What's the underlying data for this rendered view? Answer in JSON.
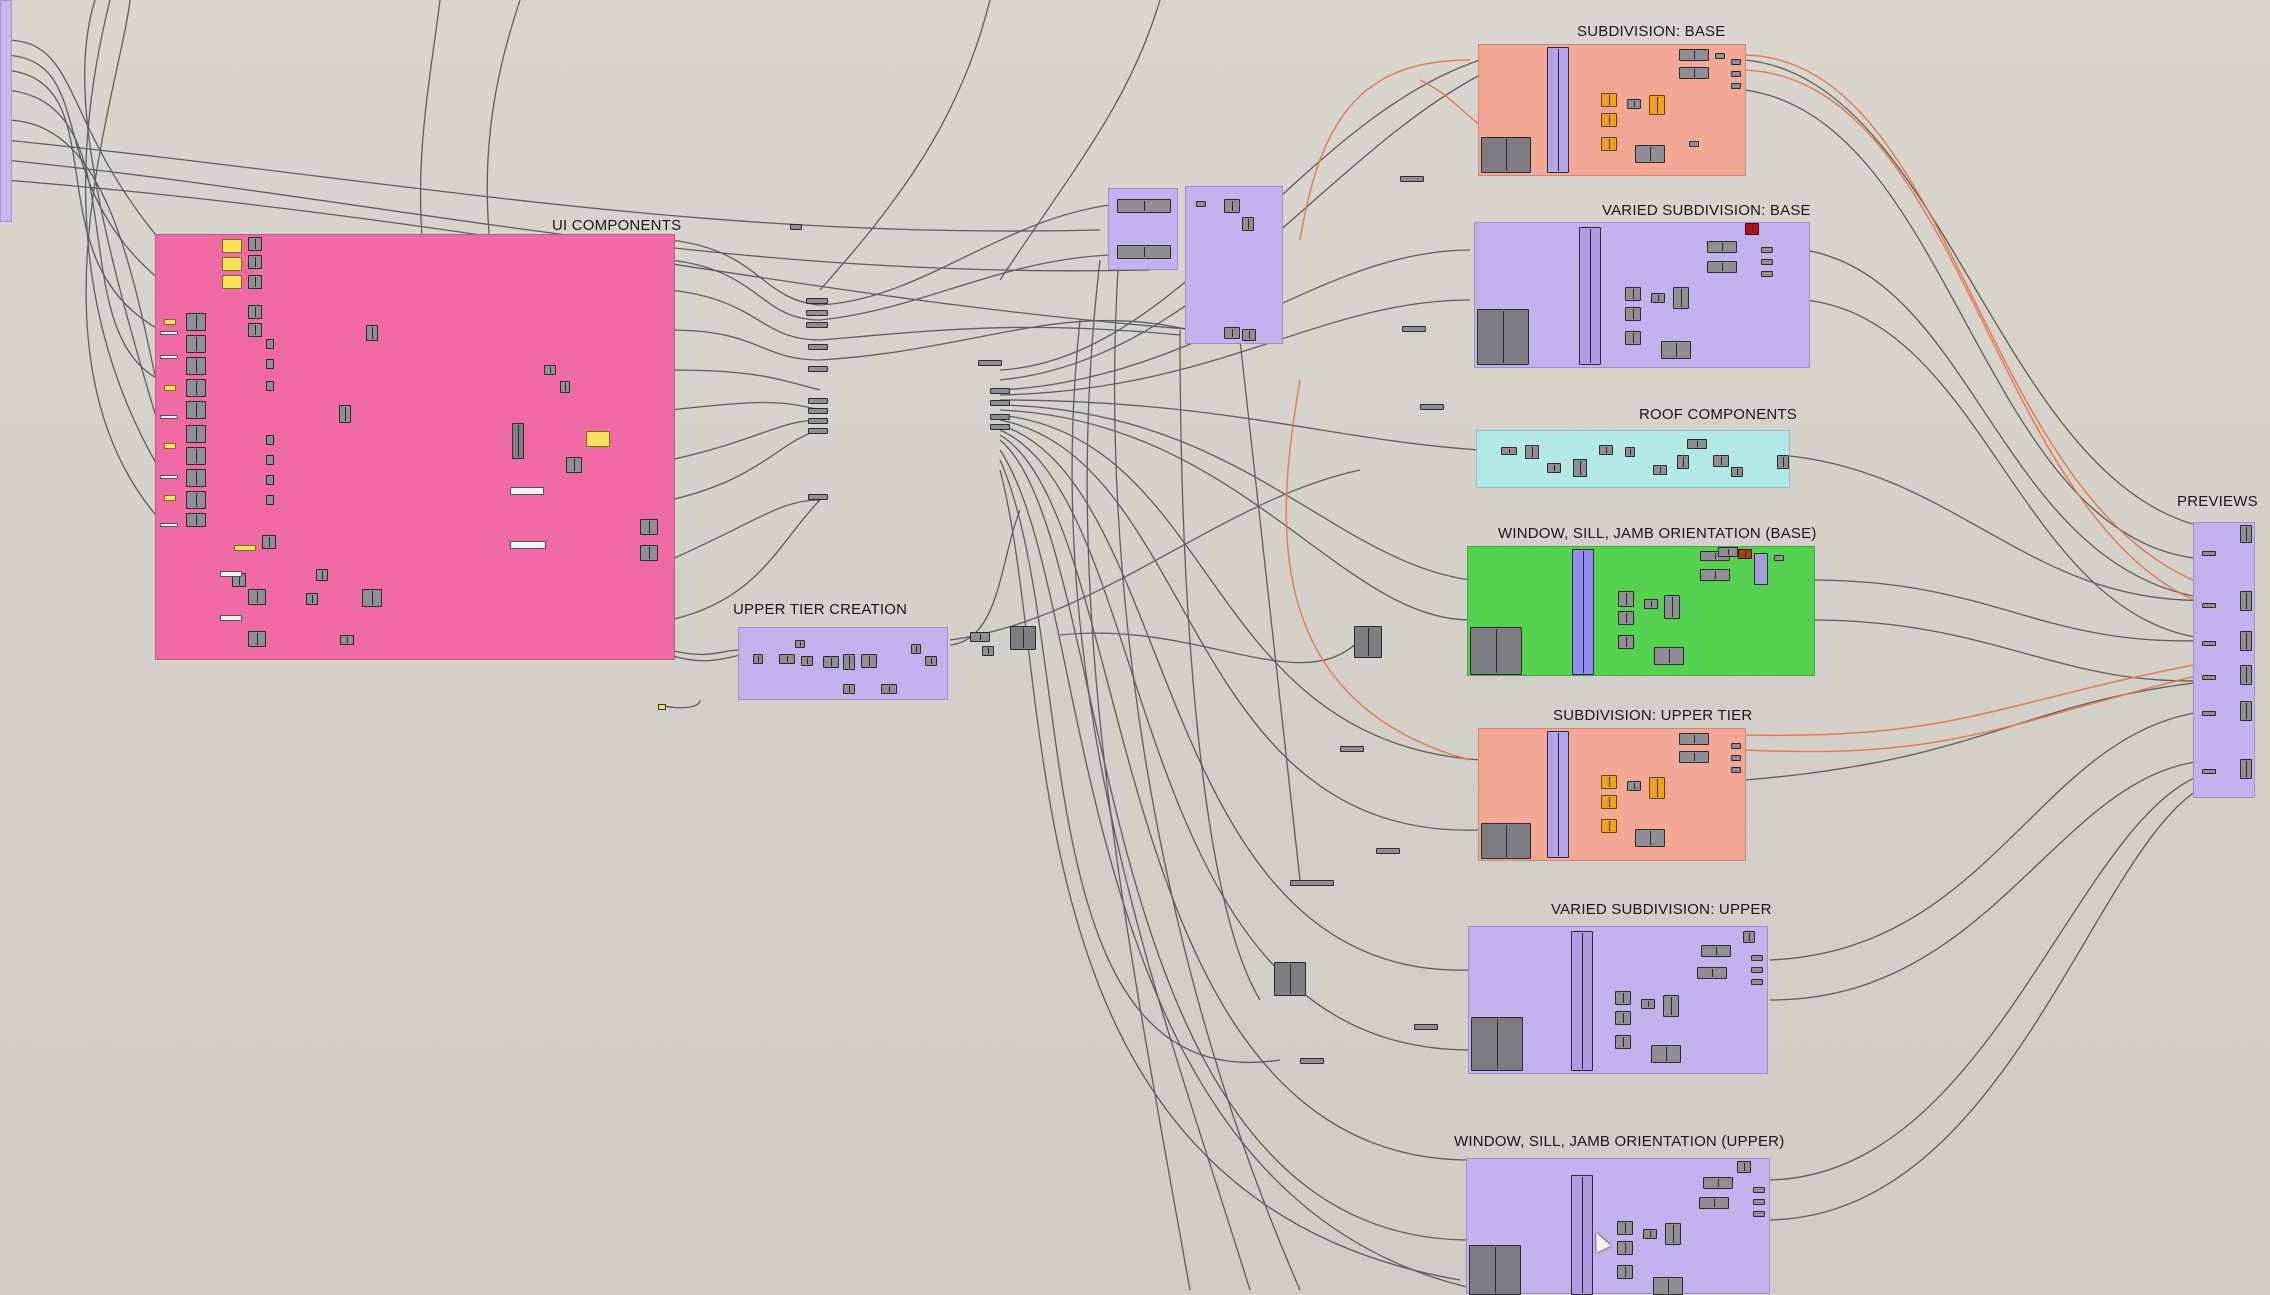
{
  "app": "Grasshopper canvas",
  "groups": [
    {
      "id": "left-edge",
      "label": "",
      "color": "#c9b6ee"
    },
    {
      "id": "ui",
      "label": "UI COMPONENTS",
      "color": "#f06aa6"
    },
    {
      "id": "upper-tier-creation",
      "label": "UPPER TIER CREATION",
      "color": "#c1b2ee"
    },
    {
      "id": "mid-a",
      "label": "",
      "color": "#c1b2ee"
    },
    {
      "id": "mid-b",
      "label": "",
      "color": "#c1b2ee"
    },
    {
      "id": "subdiv-base",
      "label": "SUBDIVISION: BASE",
      "color": "#f3a896"
    },
    {
      "id": "varied-base",
      "label": "VARIED SUBDIVISION: BASE",
      "color": "#c1b2ee"
    },
    {
      "id": "roof",
      "label": "ROOF COMPONENTS",
      "color": "#b2e8e6"
    },
    {
      "id": "wsj-base",
      "label": "WINDOW, SILL, JAMB ORIENTATION (BASE)",
      "color": "#53d14f"
    },
    {
      "id": "subdiv-upper",
      "label": "SUBDIVISION: UPPER TIER",
      "color": "#f3a896"
    },
    {
      "id": "varied-upper",
      "label": "VARIED SUBDIVISION: UPPER",
      "color": "#c1b2ee"
    },
    {
      "id": "wsj-upper",
      "label": "WINDOW, SILL, JAMB ORIENTATION (UPPER)",
      "color": "#c1b2ee"
    },
    {
      "id": "previews",
      "label": "PREVIEWS",
      "color": "#c1b2ee"
    }
  ],
  "colors": {
    "wire": "#4a4a4a",
    "wire_selected": "#e8734a",
    "component": "#8f8f93",
    "slider": "#f3e35a",
    "param_orange": "#f0a21c"
  }
}
